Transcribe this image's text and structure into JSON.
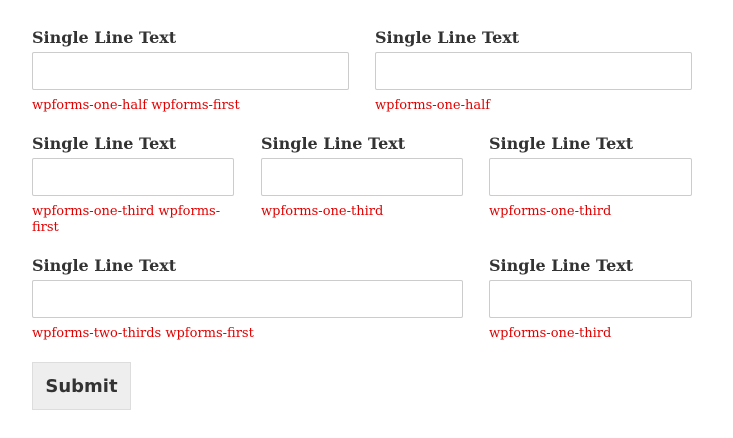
{
  "rows": [
    {
      "fields": [
        {
          "label": "Single Line Text",
          "value": "",
          "class_note": "wpforms-one-half wpforms-first"
        },
        {
          "label": "Single Line Text",
          "value": "",
          "class_note": "wpforms-one-half"
        }
      ]
    },
    {
      "fields": [
        {
          "label": "Single Line Text",
          "value": "",
          "class_note": "wpforms-one-third wpforms-first"
        },
        {
          "label": "Single Line Text",
          "value": "",
          "class_note": "wpforms-one-third"
        },
        {
          "label": "Single Line Text",
          "value": "",
          "class_note": "wpforms-one-third"
        }
      ]
    },
    {
      "fields": [
        {
          "label": "Single Line Text",
          "value": "",
          "class_note": "wpforms-two-thirds wpforms-first"
        },
        {
          "label": "Single Line Text",
          "value": "",
          "class_note": "wpforms-one-third"
        }
      ]
    }
  ],
  "submit_label": "Submit",
  "colors": {
    "note": "#e10000",
    "label": "#333333",
    "button_bg": "#eeeeee"
  }
}
